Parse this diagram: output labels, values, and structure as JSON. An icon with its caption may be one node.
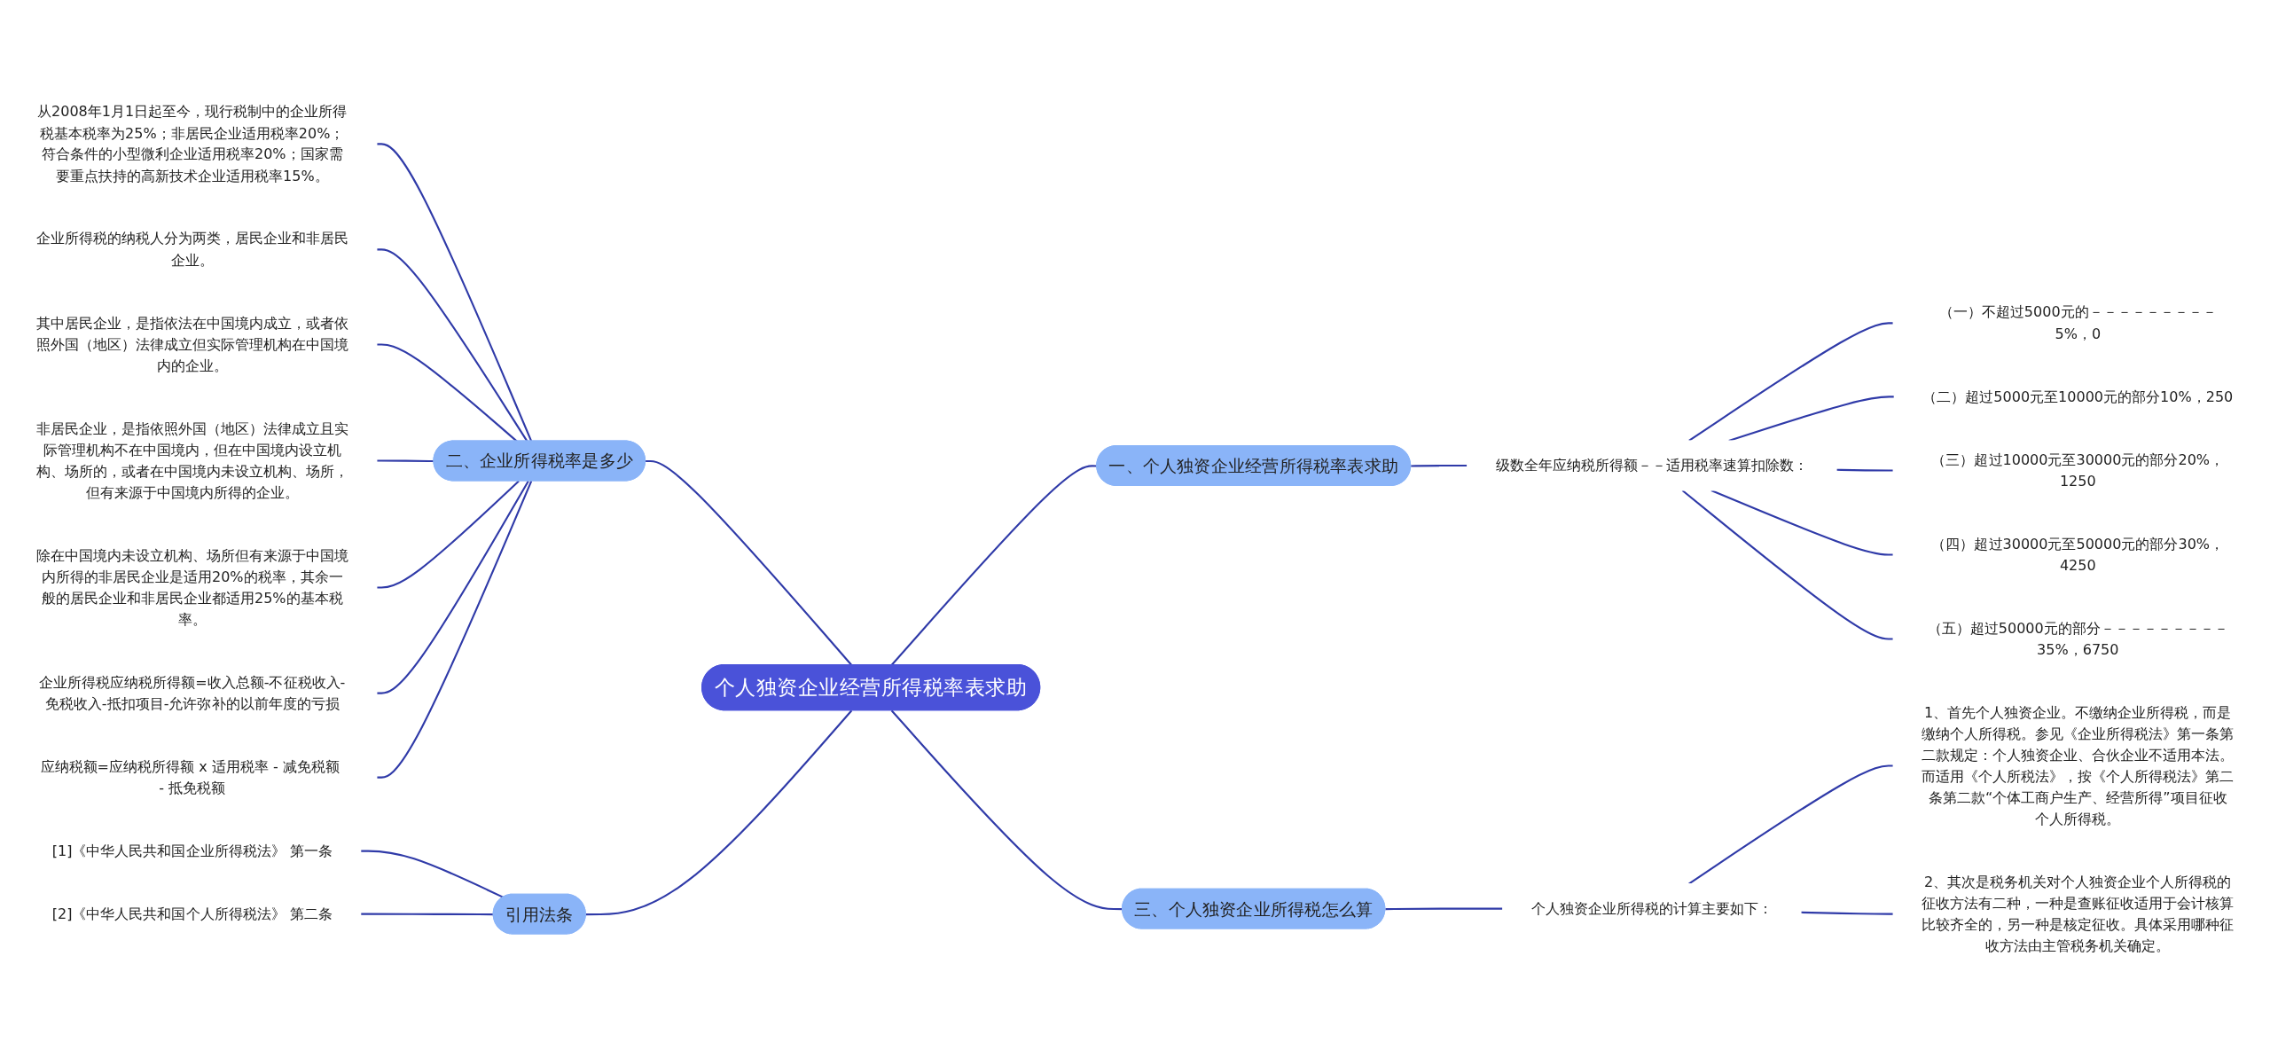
{
  "diagram": {
    "nodes": [
      {
        "text": [
          "个人独资企业经营所得税率表求助"
        ]
      },
      {
        "text": [
          "一、个人独资企业经营所得税率表求助"
        ]
      },
      {
        "text": [
          "级数全年应纳税所得额－－适用税率速算扣除数："
        ]
      },
      {
        "text": [
          "（一）不超过5000元的－－－－－－－－－5%，0"
        ]
      },
      {
        "text": [
          "（二）超过5000元至10000元的部分10%，250"
        ]
      },
      {
        "text": [
          "（三）超过10000元至30000元的部分20%，1250"
        ]
      },
      {
        "text": [
          "（四）超过30000元至50000元的部分30%，4250"
        ]
      },
      {
        "text": [
          "（五）超过50000元的部分－－－－－－－－－35%，6750"
        ]
      },
      {
        "text": [
          "二、企业所得税率是多少"
        ]
      },
      {
        "text": [
          "从2008年1月1日起至今，现行税制中的企业所得税基本税率为25%；非居民企业适用税率20%；符合条件的小型微利企业适用税率20%；国家需要重点扶持的高新技术企业适用税率15%。"
        ]
      },
      {
        "text": [
          "企业所得税的纳税人分为两类，居民企业和非居民企业。"
        ]
      },
      {
        "text": [
          "其中居民企业，是指依法在中国境内成立，或者依照外国（地区）法律成立但实际管理机构在中国境内的企业。"
        ]
      },
      {
        "text": [
          "非居民企业，是指依照外国（地区）法律成立且实际管理机构不在中国境内，但在中国境内设立机构、场所的，或者在中国境内未设立机构、场所，但有来源于中国境内所得的企业。"
        ]
      },
      {
        "text": [
          "除在中国境内未设立机构、场所但有来源于中国境内所得的非居民企业是适用20%的税率，其余一般的居民企业和非居民企业都适用25%的基本税率。"
        ]
      },
      {
        "text": [
          "企业所得税应纳税所得额=收入总额-不征税收入-免税收入-抵扣项目-允许弥补的以前年度的亏损"
        ]
      },
      {
        "text": [
          "应纳税额=应纳税所得额 x 适用税率 - 减免税额 - 抵免税额"
        ]
      },
      {
        "text": [
          "三、个人独资企业所得税怎么算"
        ]
      },
      {
        "text": [
          "个人独资企业所得税的计算主要如下："
        ]
      },
      {
        "text": [
          "1、首先个人独资企业。不缴纳企业所得税，而是缴纳个人所得税。参见《企业所得税法》第一条第二款规定：个人独资企业、合伙企业不适用本法。而适用《个人所税法》，按《个人所得税法》第二条第二款“个体工商户生产、经营所得”项目征收个人所得税。"
        ]
      },
      {
        "text": [
          "2、其次是税务机关对个人独资企业个人所得税的征收方法有二种，一种是查账征收适用于会计核算比较齐全的，另一种是核定征收。具体采用哪种征收方法由主管税务机关确定。"
        ]
      },
      {
        "text": [
          "引用法条"
        ]
      },
      {
        "text": [
          "[1]《中华人民共和国企业所得税法》 第一条"
        ]
      },
      {
        "text": [
          "[2]《中华人民共和国个人所得税法》 第二条"
        ]
      }
    ],
    "edges": [
      {
        "from": 0,
        "to": 1,
        "arrow": "none"
      },
      {
        "from": 1,
        "to": 2,
        "arrow": "none"
      },
      {
        "from": 2,
        "to": 3,
        "arrow": "none"
      },
      {
        "from": 2,
        "to": 4,
        "arrow": "none"
      },
      {
        "from": 2,
        "to": 5,
        "arrow": "none"
      },
      {
        "from": 2,
        "to": 6,
        "arrow": "none"
      },
      {
        "from": 2,
        "to": 7,
        "arrow": "none"
      },
      {
        "from": 0,
        "to": 8,
        "arrow": "none"
      },
      {
        "from": 8,
        "to": 9,
        "arrow": "none"
      },
      {
        "from": 8,
        "to": 10,
        "arrow": "none"
      },
      {
        "from": 8,
        "to": 11,
        "arrow": "none"
      },
      {
        "from": 8,
        "to": 12,
        "arrow": "none"
      },
      {
        "from": 8,
        "to": 13,
        "arrow": "none"
      },
      {
        "from": 8,
        "to": 14,
        "arrow": "none"
      },
      {
        "from": 8,
        "to": 15,
        "arrow": "none"
      },
      {
        "from": 0,
        "to": 16,
        "arrow": "none"
      },
      {
        "from": 16,
        "to": 17,
        "arrow": "none"
      },
      {
        "from": 17,
        "to": 18,
        "arrow": "none"
      },
      {
        "from": 17,
        "to": 19,
        "arrow": "none"
      },
      {
        "from": 0,
        "to": 20,
        "arrow": "none"
      },
      {
        "from": 20,
        "to": 21,
        "arrow": "none"
      },
      {
        "from": 20,
        "to": 22,
        "arrow": "none"
      }
    ]
  }
}
